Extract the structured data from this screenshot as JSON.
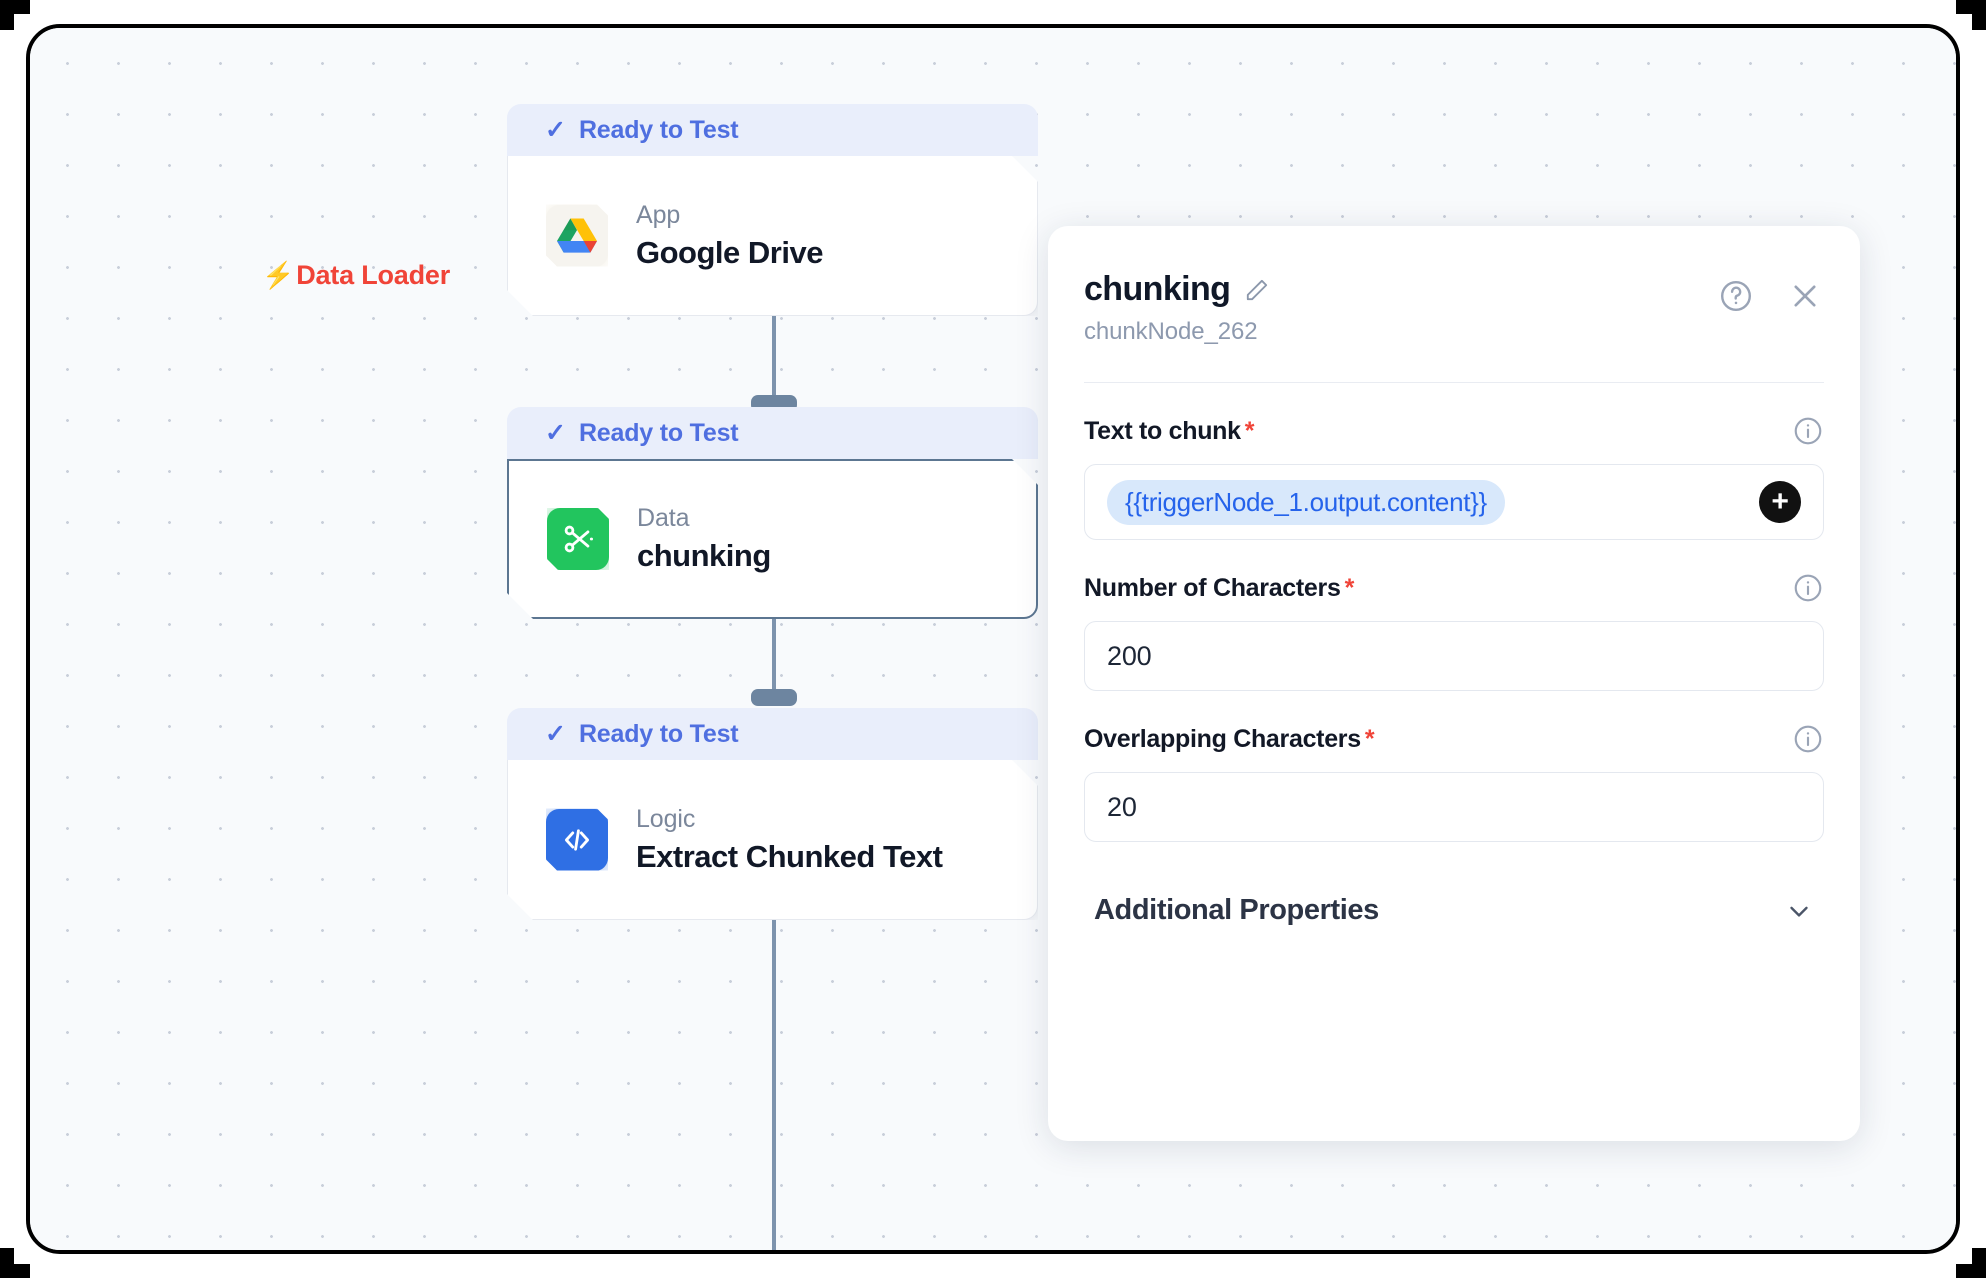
{
  "canvas": {
    "data_loader_label": "Data Loader",
    "bolt_icon": "lightning-bolt-icon",
    "nodes": [
      {
        "status": "Ready to Test",
        "category": "App",
        "title": "Google Drive",
        "icon": "google-drive-icon",
        "selected": false
      },
      {
        "status": "Ready to Test",
        "category": "Data",
        "title": "chunking",
        "icon": "scissors-icon",
        "selected": true
      },
      {
        "status": "Ready to Test",
        "category": "Logic",
        "title": "Extract Chunked Text",
        "icon": "code-brackets-icon",
        "selected": false
      }
    ]
  },
  "panel": {
    "title": "chunking",
    "subtitle": "chunkNode_262",
    "edit_icon": "pencil-icon",
    "help_icon": "question-circle-icon",
    "close_icon": "close-icon",
    "fields": [
      {
        "label": "Text to chunk",
        "required": "*",
        "info_icon": "info-icon",
        "token": "{{triggerNode_1.output.content}}",
        "add_icon": "plus-icon"
      },
      {
        "label": "Number of Characters",
        "required": "*",
        "info_icon": "info-icon",
        "value": "200"
      },
      {
        "label": "Overlapping Characters",
        "required": "*",
        "info_icon": "info-icon",
        "value": "20"
      }
    ],
    "accordion": {
      "title": "Additional Properties",
      "chevron_icon": "chevron-down-icon"
    }
  },
  "colors": {
    "status_blue": "#4f6fe0",
    "status_band": "#e9eefb",
    "data_loader_red": "#f04438",
    "token_blue": "#2563eb",
    "token_bg": "#d8e8fb",
    "data_icon_green": "#22c55e",
    "logic_icon_blue": "#2f6fe4",
    "canvas_bg": "#f8fafc",
    "connector": "#6d85a0"
  }
}
